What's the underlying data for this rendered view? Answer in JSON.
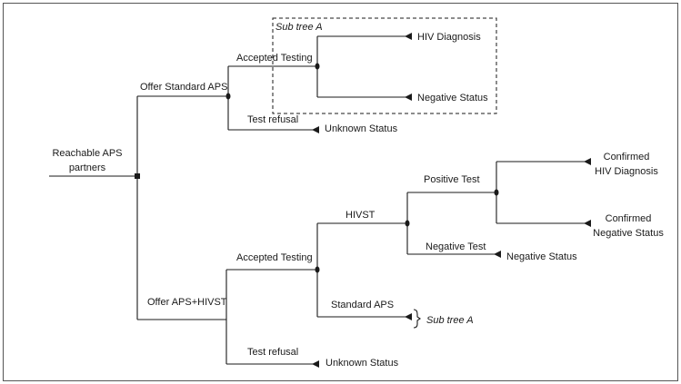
{
  "root": {
    "label_line1": "Reachable APS",
    "label_line2": "partners"
  },
  "branch_standard": {
    "label": "Offer Standard APS",
    "accepted": "Accepted Testing",
    "refusal": "Test refusal",
    "refusal_outcome": "Unknown Status",
    "subtree_title": "Sub tree A",
    "outcome_positive": "HIV Diagnosis",
    "outcome_negative": "Negative Status"
  },
  "branch_hivst": {
    "label": "Offer APS+HIVST",
    "accepted": "Accepted Testing",
    "hivst": "HIVST",
    "positive_test": "Positive Test",
    "confirmed_pos_line1": "Confirmed",
    "confirmed_pos_line2": "HIV Diagnosis",
    "confirmed_neg_line1": "Confirmed",
    "confirmed_neg_line2": "Negative Status",
    "negative_test": "Negative Test",
    "negative_outcome": "Negative Status",
    "standard_aps": "Standard APS",
    "subtree_ref": "Sub tree A",
    "refusal": "Test refusal",
    "refusal_outcome": "Unknown Status"
  }
}
